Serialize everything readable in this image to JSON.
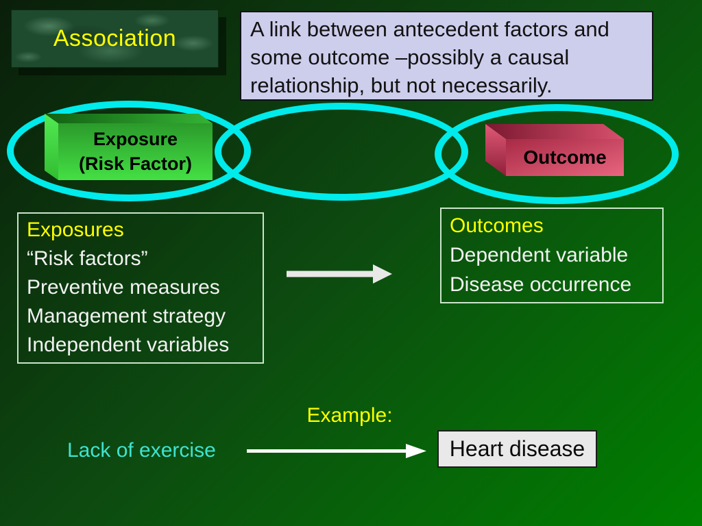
{
  "slide": {
    "title": "Association",
    "definition": "A link between antecedent factors and some outcome –possibly a causal relationship, but not necessarily.",
    "venn": {
      "exposure_line1": "Exposure",
      "exposure_line2": "(Risk Factor)",
      "outcome_label": "Outcome"
    },
    "exposures_box": {
      "heading": "Exposures",
      "items": [
        "“Risk factors”",
        "Preventive measures",
        "Management strategy",
        "Independent variables"
      ]
    },
    "outcomes_box": {
      "heading": "Outcomes",
      "items": [
        "Dependent variable",
        "Disease occurrence"
      ]
    },
    "example": {
      "label": "Example:",
      "cause": "Lack of exercise",
      "effect": "Heart disease"
    },
    "colors": {
      "background_dark": "#0a1e0a",
      "background_bright": "#008000",
      "ellipse_stroke": "#00ebeb",
      "title_text": "#ffff00",
      "definition_bg": "#cdcdec",
      "exposure_box_green": "#44e044",
      "outcome_box_red": "#c83355",
      "cause_text": "#3fe3d0",
      "effect_box_bg": "#e9e9e9",
      "list_text": "#f2f2f2"
    }
  }
}
